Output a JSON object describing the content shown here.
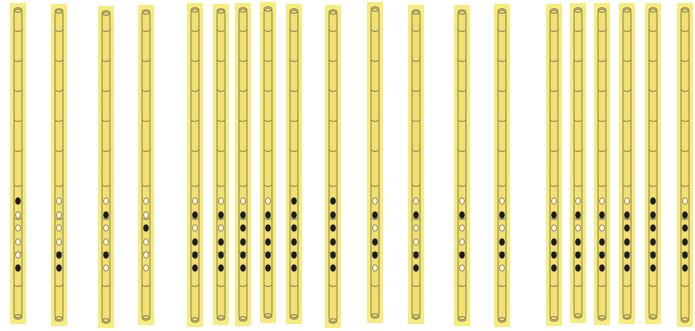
{
  "colors": {
    "background": "#ffffff",
    "highlight": "#f8ec7c",
    "tube_fill": "#f2e070",
    "tube_outline": "#8a8460",
    "hole_open": "#fdf7d0",
    "hole_closed": "#1b1b1b"
  },
  "holes_per_flute": 6,
  "flutes": [
    {
      "label": "",
      "holes": [
        "closed",
        "open",
        "open",
        "open",
        "open",
        "closed"
      ]
    },
    {
      "label": "",
      "holes": [
        "open",
        "open",
        "open",
        "open",
        "closed",
        "closed"
      ]
    },
    {
      "label": "",
      "holes": [
        "open",
        "closed",
        "open",
        "open",
        "closed",
        "open"
      ]
    },
    {
      "label": "",
      "holes": [
        "open",
        "open",
        "closed",
        "open",
        "open",
        "open"
      ]
    },
    {
      "label": "",
      "holes": [
        "open",
        "closed",
        "open",
        "closed",
        "closed",
        "closed"
      ]
    },
    {
      "label": "",
      "holes": [
        "open",
        "closed",
        "open",
        "closed",
        "closed",
        "closed"
      ]
    },
    {
      "label": "",
      "holes": [
        "open",
        "closed",
        "closed",
        "closed",
        "closed",
        "closed"
      ]
    },
    {
      "label": "",
      "holes": [
        "open",
        "closed",
        "closed",
        "closed",
        "closed",
        "closed"
      ]
    },
    {
      "label": "",
      "holes": [
        "closed",
        "closed",
        "closed",
        "closed",
        "closed",
        "closed"
      ]
    },
    {
      "label": "",
      "holes": [
        "closed",
        "closed",
        "closed",
        "closed",
        "closed",
        "closed"
      ]
    },
    {
      "label": "",
      "holes": [
        "open",
        "closed",
        "open",
        "closed",
        "closed",
        "open"
      ]
    },
    {
      "label": "",
      "holes": [
        "open",
        "closed",
        "open",
        "open",
        "closed",
        "closed"
      ]
    },
    {
      "label": "",
      "holes": [
        "open",
        "closed",
        "open",
        "open",
        "closed",
        "open"
      ]
    },
    {
      "label": "",
      "holes": [
        "open",
        "closed",
        "open",
        "closed",
        "closed",
        "open"
      ]
    },
    {
      "label": "",
      "holes": [
        "open",
        "closed",
        "open",
        "closed",
        "closed",
        "closed"
      ]
    },
    {
      "label": "",
      "holes": [
        "open",
        "closed",
        "open",
        "closed",
        "closed",
        "closed"
      ]
    },
    {
      "label": "",
      "holes": [
        "open",
        "closed",
        "open",
        "closed",
        "closed",
        "closed"
      ]
    },
    {
      "label": "",
      "holes": [
        "open",
        "closed",
        "closed",
        "closed",
        "closed",
        "closed"
      ]
    },
    {
      "label": "",
      "holes": [
        "closed",
        "closed",
        "closed",
        "closed",
        "closed",
        "closed"
      ]
    },
    {
      "label": "",
      "holes": [
        "open",
        "closed",
        "closed",
        "closed",
        "closed",
        "closed"
      ]
    }
  ]
}
